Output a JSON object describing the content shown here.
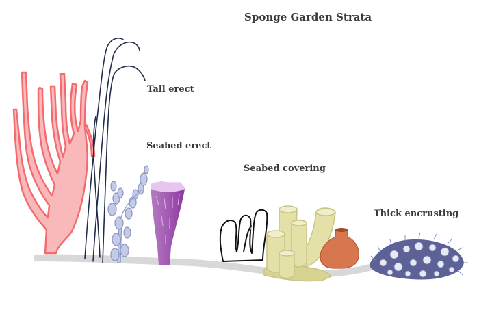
{
  "title": "Sponge Garden Strata",
  "labels": {
    "tall_erect": "Tall erect",
    "seabed_erect": "Seabed erect",
    "seabed_covering": "Seabed covering",
    "thick_encrusting": "Thick encrusting"
  },
  "colors": {
    "seabed": "#d8d8d8",
    "red_branching_sponge": "#f36b6f",
    "red_branching_fill": "#f9b9bb",
    "whip_sponge": "#1f2d4b",
    "lavender_sponge": "#b9c3e2",
    "purple_vase_sponge": "#a35bb3",
    "yellow_tube_sponge": "#e3e1a7",
    "orange_barrel_sponge": "#d8774f",
    "encrusting_sponge": "#7a7fb4"
  }
}
